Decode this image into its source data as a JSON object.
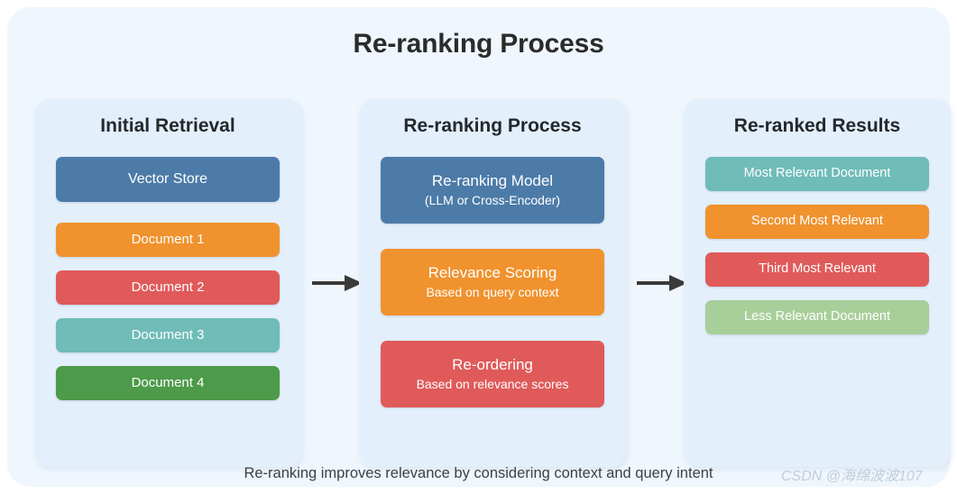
{
  "diagram": {
    "title": "Re-ranking Process",
    "caption": "Re-ranking improves relevance by considering context and query intent",
    "watermark": "CSDN @海绵波波107",
    "background_color": "#eff6fd",
    "panel_color": "#e3effb",
    "arrow_color": "#3a3a3a",
    "arrows": [
      {
        "name": "arrow-initial-to-reranking"
      },
      {
        "name": "arrow-reranking-to-results"
      }
    ],
    "columns": [
      {
        "id": "initial-retrieval",
        "title": "Initial Retrieval",
        "items": [
          {
            "label": "Vector Store",
            "color": "#4c7ba8",
            "kind": "tall"
          },
          {
            "label": "Document 1",
            "color": "#f0922e",
            "kind": "doc"
          },
          {
            "label": "Document 2",
            "color": "#e05a5a",
            "kind": "doc"
          },
          {
            "label": "Document 3",
            "color": "#6fbcb8",
            "kind": "doc"
          },
          {
            "label": "Document 4",
            "color": "#4d9a4a",
            "kind": "doc"
          }
        ]
      },
      {
        "id": "reranking-process",
        "title": "Re-ranking Process",
        "items": [
          {
            "label": "Re-ranking Model",
            "sublabel": "(LLM or Cross-Encoder)",
            "color": "#4c7ba8",
            "kind": "stage"
          },
          {
            "label": "Relevance Scoring",
            "sublabel": "Based on query context",
            "color": "#f0922e",
            "kind": "stage"
          },
          {
            "label": "Re-ordering",
            "sublabel": "Based on relevance scores",
            "color": "#e05a5a",
            "kind": "stage"
          }
        ]
      },
      {
        "id": "re-ranked-results",
        "title": "Re-ranked Results",
        "items": [
          {
            "label": "Most Relevant Document",
            "color": "#6fbcb8",
            "kind": "result"
          },
          {
            "label": "Second Most Relevant",
            "color": "#f0922e",
            "kind": "result"
          },
          {
            "label": "Third Most Relevant",
            "color": "#e05a5a",
            "kind": "result"
          },
          {
            "label": "Less Relevant Document",
            "color": "#a8cf9a",
            "kind": "result"
          }
        ]
      }
    ]
  }
}
